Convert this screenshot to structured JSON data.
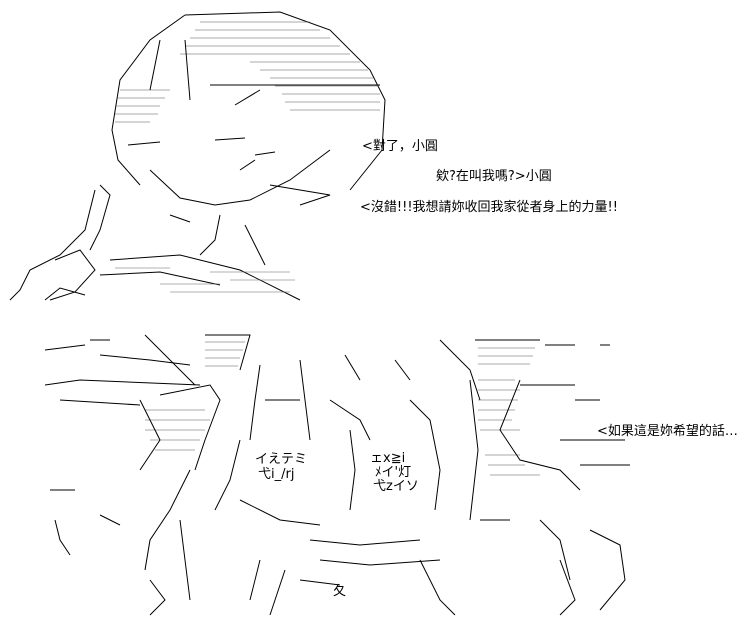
{
  "dialogue": {
    "line1": "<對了，小圓",
    "line2": "欸?在叫我嗎?>小圓",
    "line3": "<沒錯!!!我想請妳收回我家從者身上的力量!!",
    "line4": "<如果這是妳希望的話…"
  },
  "art_text": {
    "ie_temi": "イえテミ",
    "tsu_rj": "弋i_/rj",
    "ex": "ェx≧i",
    "mei_tou": "ﾒイ'灯",
    "tsu_zi": "弋zイソ",
    "ku": "夂"
  }
}
